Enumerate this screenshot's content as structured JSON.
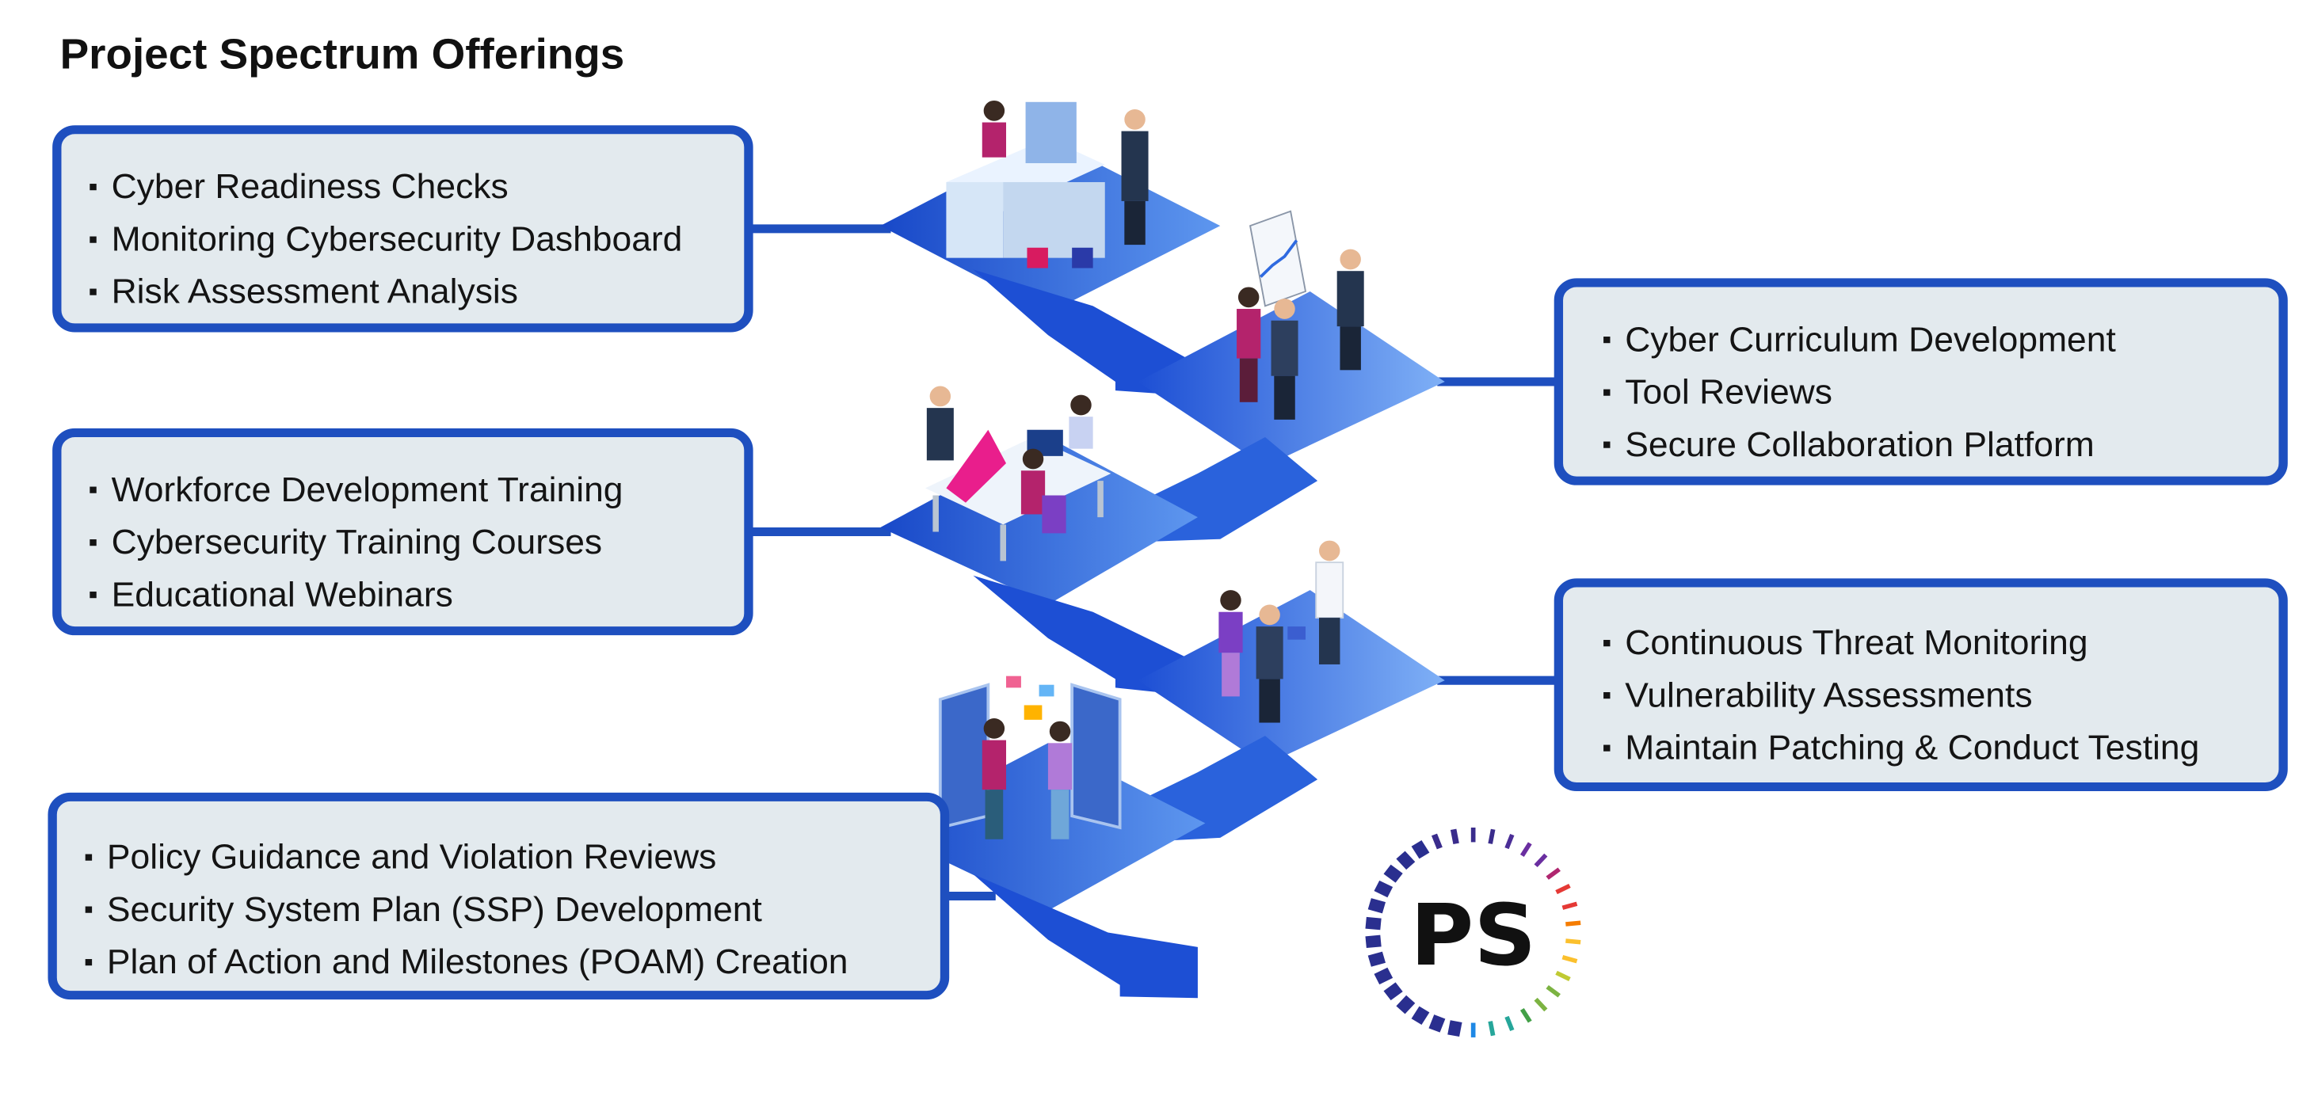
{
  "title": "Project Spectrum Offerings",
  "colors": {
    "box_border": "#1e4fbf",
    "box_fill": "#e3eaee",
    "path_dark": "#1848c8",
    "path_light": "#8fb9f8"
  },
  "boxes": [
    {
      "side": "left",
      "items": [
        "Cyber Readiness Checks",
        "Monitoring Cybersecurity Dashboard",
        "Risk Assessment Analysis"
      ]
    },
    {
      "side": "right",
      "items": [
        "Cyber Curriculum Development",
        "Tool Reviews",
        "Secure Collaboration Platform"
      ]
    },
    {
      "side": "left",
      "items": [
        "Workforce Development Training",
        "Cybersecurity Training Courses",
        "Educational Webinars"
      ]
    },
    {
      "side": "right",
      "items": [
        "Continuous Threat Monitoring",
        "Vulnerability Assessments",
        "Maintain Patching & Conduct Testing"
      ]
    },
    {
      "side": "left",
      "items": [
        "Policy Guidance and Violation Reviews",
        "Security System Plan (SSP) Development",
        "Plan of Action and Milestones (POAM) Creation"
      ]
    }
  ],
  "logo": {
    "text": "PS"
  },
  "illustration_icons": [
    "office-desk-icon",
    "presentation-board-icon",
    "team-meeting-icon",
    "discussion-icon",
    "digital-screens-icon"
  ]
}
